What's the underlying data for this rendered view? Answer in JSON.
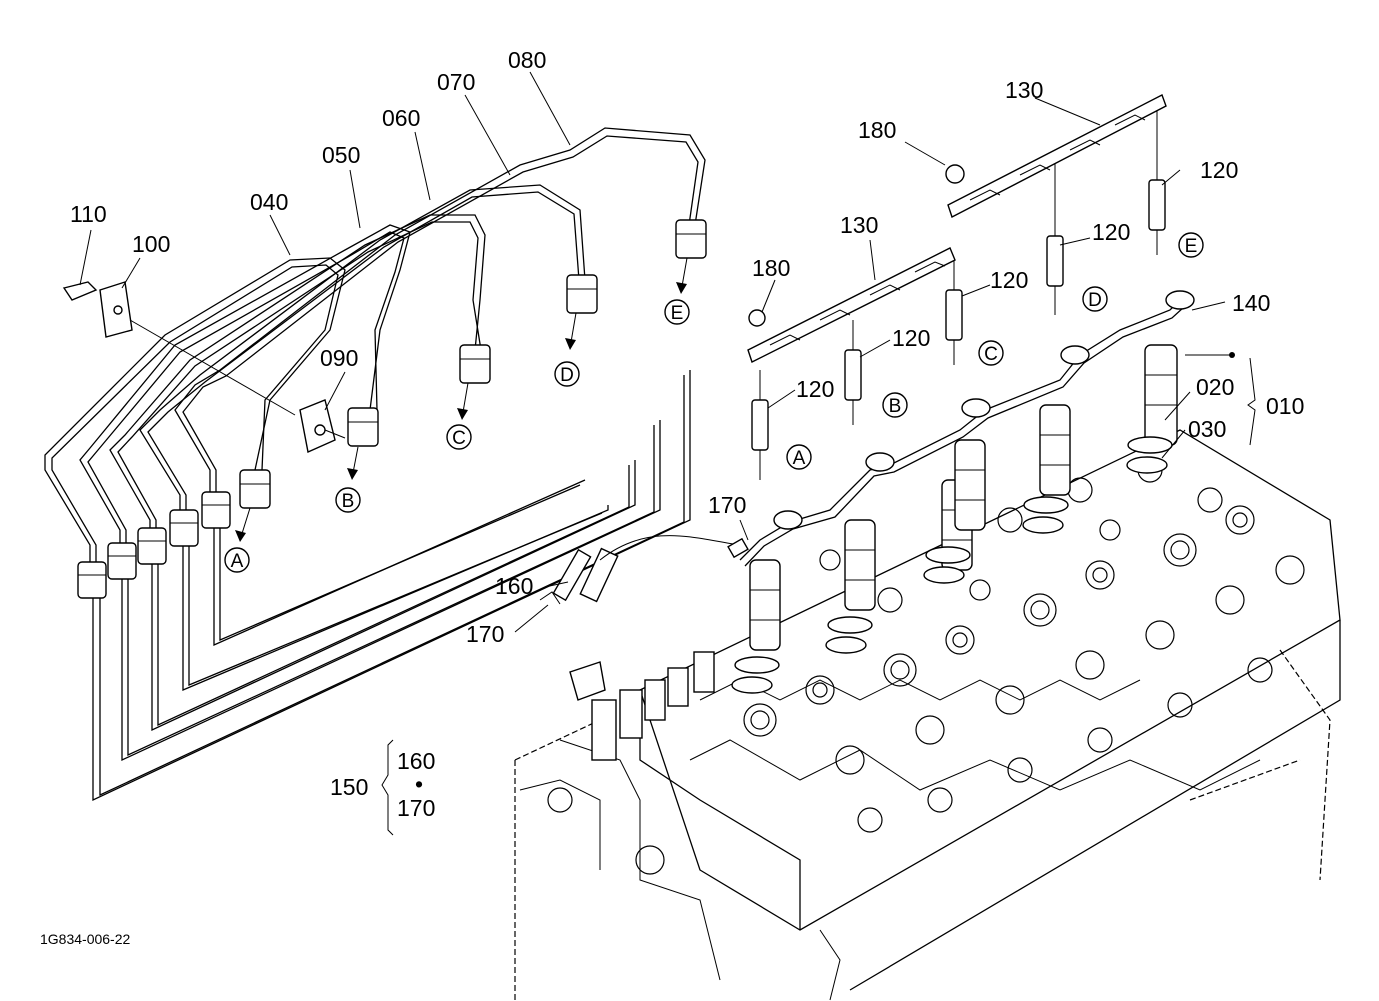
{
  "figure_id": "1G834-006-22",
  "callouts": {
    "p010": "010",
    "p020": "020",
    "p030": "030",
    "p040": "040",
    "p050": "050",
    "p060": "060",
    "p070": "070",
    "p080": "080",
    "p090": "090",
    "p100": "100",
    "p110": "110",
    "p120": "120",
    "p130": "130",
    "p140": "140",
    "p150": "150",
    "p160": "160",
    "p170": "170",
    "p180": "180"
  },
  "connection_refs": [
    "A",
    "B",
    "C",
    "D",
    "E"
  ],
  "kit_separator": "•"
}
